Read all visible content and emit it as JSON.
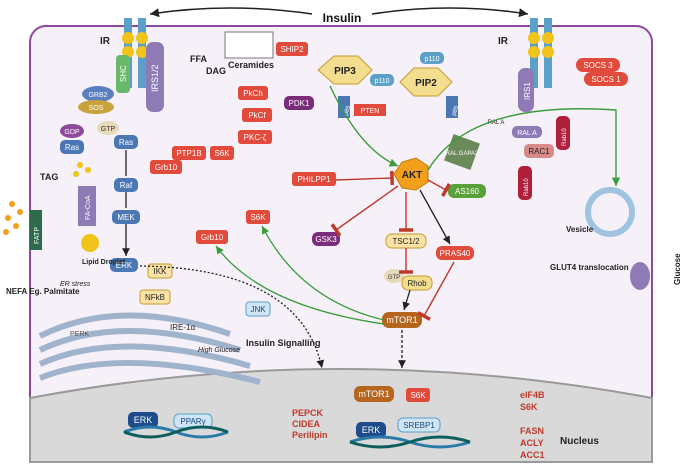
{
  "top": {
    "insulin": "Insulin"
  },
  "receptors": {
    "ir_left": "IR",
    "ir_right": "IR"
  },
  "proteins": {
    "shc": "SHC",
    "irs12": "IRS1/2",
    "irs1": "IRS1",
    "grb2": "GRB2",
    "sos": "SOS",
    "gdp": "GDP",
    "gtp": "GTP",
    "ras_left": "Ras",
    "ras_right": "Ras",
    "raf": "Raf",
    "mek": "MEK",
    "erk_mid": "ERK",
    "erk_nuc1": "ERK",
    "erk_nuc2": "ERK",
    "grb10_a": "Grb10",
    "grb10_b": "Grb10",
    "ptp1b": "PTP1B",
    "s6k_a": "S6K",
    "s6k_b": "S6K",
    "s6k_nuc": "S6K",
    "pkch": "PkCh",
    "pkcf": "PkCf",
    "pkcz": "PKC-ζ",
    "ship2": "SHIP2",
    "pip3": "PIP3",
    "pip2": "PIP2",
    "p110_a": "p110",
    "p110_b": "p110",
    "p85_a": "p85",
    "p85_b": "p85",
    "pten": "PTEN",
    "pdk1": "PDK1",
    "philpp1": "PHILPP1",
    "akt": "AKT",
    "gsk3": "GSK3",
    "tsc12": "TSC1/2",
    "gtp_rhob": "GTP",
    "rhob": "Rhob",
    "pras40": "PRAS40",
    "mtor1": "mTOR1",
    "mtor1_nuc": "mTOR1",
    "as160": "AS160",
    "ral_a1": "RAL A",
    "ral_a2": "RAL A",
    "gapa2": "RAL GAPA2",
    "rac1": "RAC1",
    "rab10_a": "Rab10",
    "rab10_b": "Rab10",
    "socs3": "SOCS 3",
    "socs1": "SOCS 1",
    "ikk": "IKK",
    "nfkb": "NFkB",
    "jnk": "JNK",
    "ire1a": "IRE-1α",
    "ppar": "PPARγ",
    "srebp1": "SREBP1",
    "fatp": "FATP",
    "facoa": "FA-CoA"
  },
  "labels": {
    "ffa": "FFA",
    "dag": "DAG",
    "ceramides": "Ceramides",
    "tag": "TAG",
    "lipid_droplet": "Lipid Droplet",
    "nefa": "NEFA Eg. Palmitate",
    "er_stress": "ER stress",
    "perk": "PERK",
    "high_glucose": "High Glucose",
    "insulin_signalling": "Insulin Signalling",
    "vesicle": "Vesicle",
    "glut4": "GLUT4 translocation",
    "glucose": "Glucose",
    "nucleus": "Nucleus",
    "genes_left": [
      "PEPCK",
      "CIDEA",
      "Perilipin"
    ],
    "genes_mid": [
      "eIF4B",
      "S6K"
    ],
    "genes_right": [
      "FASN",
      "ACLY",
      "ACC1"
    ]
  }
}
